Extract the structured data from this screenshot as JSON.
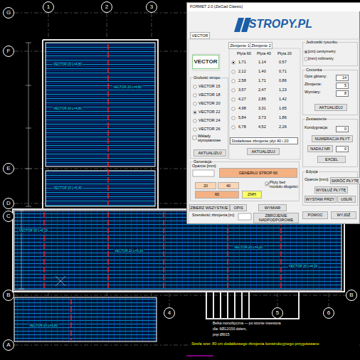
{
  "diagram": {
    "nodes": [
      {
        "text": [
          "FORMET 2.0 (ZwCad Classic)"
        ]
      },
      {
        "text": [
          "STROPY.PL"
        ],
        "in": 0
      },
      {
        "text": [
          "VECTOR"
        ],
        "in": 0
      },
      {
        "text": [
          "VECTOR"
        ],
        "in": 0
      },
      {
        "text": [
          "Grubość stropu"
        ],
        "in": 0
      },
      {
        "text": [
          "AKTUALIZUJ"
        ],
        "in": 4
      },
      {
        "text": [
          "Zbrojenie 1"
        ],
        "in": 0
      },
      {
        "text": [
          "Zbrojenie 2"
        ],
        "in": 0
      },
      {
        "text": [
          "Dodatkowe zbrojenie płyt 40 i 20"
        ],
        "in": 0
      },
      {
        "text": [
          "AKTUALIZUJ"
        ],
        "in": 0
      },
      {
        "text": [
          "Jednostki rysunku"
        ],
        "in": 0
      },
      {
        "text": [
          "Czcionka"
        ],
        "in": 0
      },
      {
        "text": [
          "14"
        ],
        "in": 11
      },
      {
        "text": [
          "5"
        ],
        "in": 11
      },
      {
        "text": [
          "8"
        ],
        "in": 11
      },
      {
        "text": [
          "AKTUALIZUJ"
        ],
        "in": 11
      },
      {
        "text": [
          "Zestawienie"
        ],
        "in": 0
      },
      {
        "text": [
          "0"
        ],
        "in": 16
      },
      {
        "text": [
          "NUMERACJA PŁYT"
        ],
        "in": 16
      },
      {
        "text": [
          "NADAJ NR"
        ],
        "in": 16
      },
      {
        "text": [
          "0"
        ],
        "in": 16
      },
      {
        "text": [
          "EXCEL"
        ],
        "in": 16
      },
      {
        "text": [
          "Generacja"
        ],
        "in": 0
      },
      {
        "text": [
          "GENERUJ STROP 60"
        ],
        "in": 22
      },
      {
        "text": [
          "20"
        ],
        "in": 22
      },
      {
        "text": [
          "40"
        ],
        "in": 22
      },
      {
        "text": [
          "60"
        ],
        "in": 22
      },
      {
        "text": [
          "ZMH"
        ],
        "in": 22
      },
      {
        "text": [
          "ZBIERZ WSZYSTKIE"
        ],
        "in": 0
      },
      {
        "text": [
          "OPIS"
        ],
        "in": 0
      },
      {
        "text": [
          "WYMIAR"
        ],
        "in": 0
      },
      {
        "text": [
          "ZBROJENIE NADPODPOROWE"
        ],
        "in": 0
      },
      {
        "text": [
          "Edycja"
        ],
        "in": 0
      },
      {
        "text": [
          "SKRÓĆ PŁYTĘ"
        ],
        "in": 32
      },
      {
        "text": [
          "WYDŁUŻ PŁYTĘ"
        ],
        "in": 32
      },
      {
        "text": [
          "WYSTAW PRZY"
        ],
        "in": 32
      },
      {
        "text": [
          "USUŃ"
        ],
        "in": 32
      },
      {
        "text": [
          "POMOC"
        ],
        "in": 0
      },
      {
        "text": [
          "WYJDŹ"
        ],
        "in": 0
      },
      {
        "text": [
          "G"
        ]
      },
      {
        "text": [
          "F"
        ]
      },
      {
        "text": [
          "E"
        ]
      },
      {
        "text": [
          "D"
        ]
      },
      {
        "text": [
          "C"
        ]
      },
      {
        "text": [
          "B"
        ]
      },
      {
        "text": [
          "A"
        ]
      },
      {
        "text": [
          "1"
        ]
      },
      {
        "text": [
          "2"
        ]
      },
      {
        "text": [
          "3"
        ]
      },
      {
        "text": [
          "4"
        ]
      },
      {
        "text": [
          "5"
        ]
      },
      {
        "text": [
          "6"
        ]
      },
      {
        "text": [
          "B"
        ]
      }
    ],
    "labels": [
      "VECTOR 15",
      "VECTOR 18",
      "VECTOR 20",
      "VECTOR 22",
      "VECTOR 24",
      "VECTOR 26",
      "Wkłady styropianowe",
      "Płyta 60",
      "Płyta 40",
      "Płyta 20",
      "1,71",
      "1,14",
      "0,57",
      "2,12",
      "1,40",
      "0,71",
      "2,58",
      "1,71",
      "0,86",
      "3,57",
      "2,47",
      "1,23",
      "4,27",
      "2,85",
      "1,42",
      "4,98",
      "3,31",
      "1,65",
      "5,84",
      "3,73",
      "1,86",
      "6,78",
      "4,52",
      "2,26",
      "[cm] centymetry",
      "[mm] milimetry",
      "Opis główny:",
      "Zbrojenie:",
      "Wymiary:",
      "Kondygnacja:",
      "Oparcie [mm]:",
      "Płyty bez modułu długości",
      "Szerokość zbrojenia [m]:",
      "Oparcie [mm]:",
      "VECTOR 20 L=4,80",
      "VECTOR 20 L=4,80",
      "VECTOR 20 L=4,80",
      "VECTOR 20 L=5,40",
      "VECTOR 20 L=5,10",
      "VECTOR 20 L=5,10",
      "VECTOR 20 L=4,20",
      "VECTOR 20 L=4,20",
      "VECTOR 20 L=3,60",
      "Belka monolityczna — po stronie inwestora",
      "dla: 6Ø12/150 dołem,",
      "pręt Ø8/15",
      "Strefa szer. 80 cm dodatkowego zbrojenia konstrukcyjnego przygotowane"
    ]
  }
}
